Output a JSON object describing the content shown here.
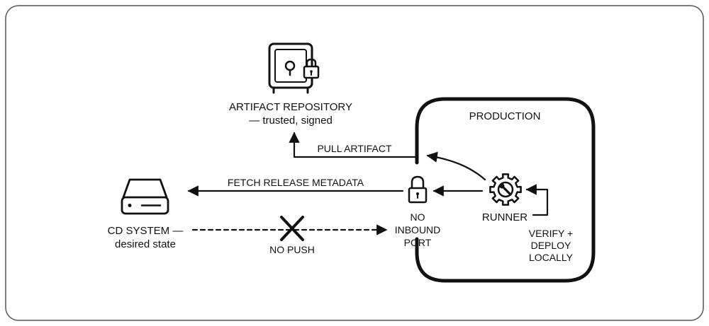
{
  "colors": {
    "ink": "#111111",
    "background": "#ffffff",
    "frame": "#555555"
  },
  "icons": {
    "artifact_repository": "safe-with-lock-icon",
    "cd_system": "hard-drive-icon",
    "inbound_port": "padlock-icon",
    "runner": "gear-wrench-icon",
    "no_push": "x-mark-icon"
  },
  "artifact_repository": {
    "title": "ARTIFACT REPOSITORY",
    "subtitle": "— trusted, signed"
  },
  "production": {
    "title": "PRODUCTION"
  },
  "cd_system": {
    "title": "CD SYSTEM —",
    "subtitle": "desired state"
  },
  "arrows": {
    "pull_artifact": "PULL ARTIFACT",
    "fetch_release_metadata": "FETCH RELEASE METADATA",
    "no_push": "NO PUSH"
  },
  "inbound_port": {
    "line1": "NO",
    "line2": "INBOUND",
    "line3": "PORT"
  },
  "runner": {
    "label": "RUNNER",
    "loop_line1": "VERIFY +",
    "loop_line2": "DEPLOY",
    "loop_line3": "LOCALLY"
  }
}
